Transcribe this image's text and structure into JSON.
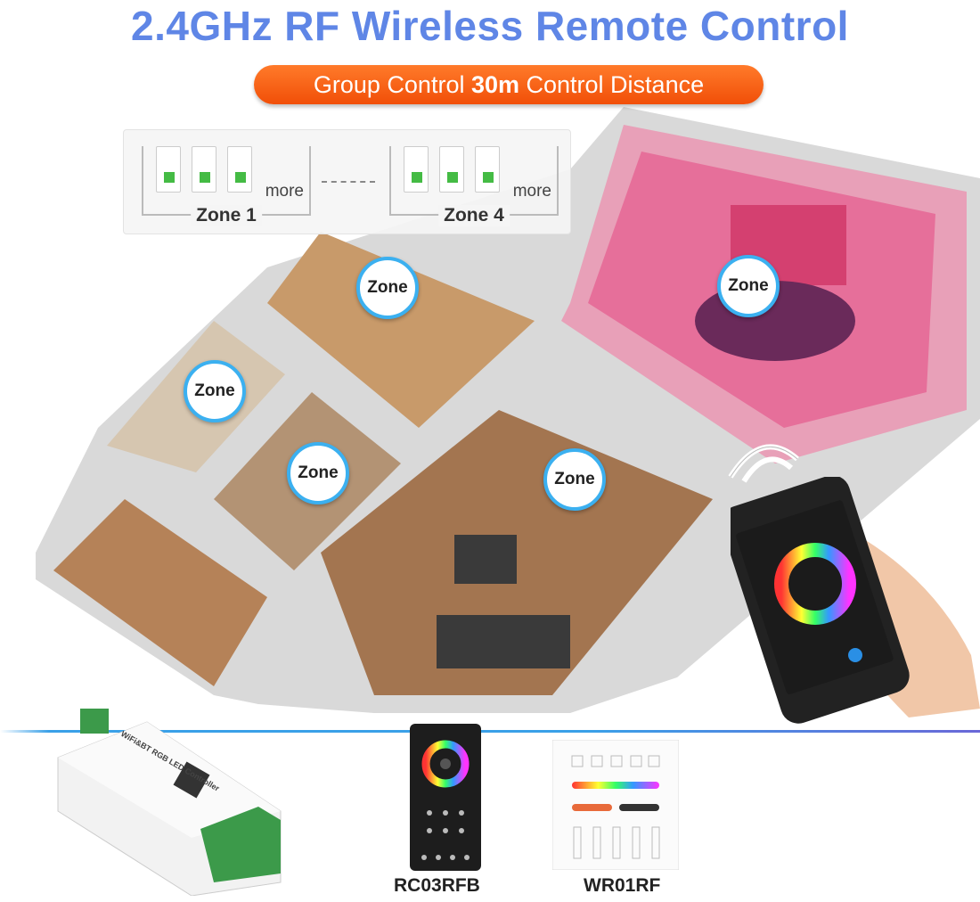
{
  "header": {
    "title": "2.4GHz RF Wireless Remote Control",
    "pill_prefix": "Group Control ",
    "pill_bold": "30m",
    "pill_suffix": " Control Distance"
  },
  "zones_panel": {
    "groups": [
      {
        "label": "Zone 1",
        "more": "more"
      },
      {
        "label": "Zone 4",
        "more": "more"
      }
    ]
  },
  "pins": [
    "Zone",
    "Zone",
    "Zone",
    "Zone",
    "Zone"
  ],
  "products": {
    "controller_label": "WiFi&BT RGB LED Controller",
    "remote_label": "RC03RFB",
    "panel_label": "WR01RF"
  },
  "colors": {
    "title": "#5f86e6",
    "pill": "#f55a10",
    "pin": "#2a9fe5",
    "divider": "#3aa0e8"
  }
}
